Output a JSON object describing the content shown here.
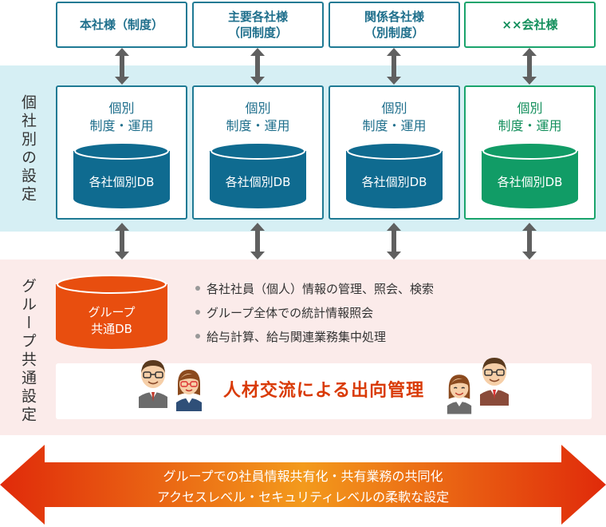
{
  "companies": [
    {
      "label": "本社様（制度）",
      "color": "#1f7a94"
    },
    {
      "label": "主要各社様\n（同制度）",
      "color": "#1f7a94"
    },
    {
      "label": "関係各社様\n（別制度）",
      "color": "#1f7a94"
    },
    {
      "label": "××会社様",
      "color": "#1aa46c"
    }
  ],
  "individual_section": {
    "label": "個社別の設定",
    "boxes": [
      {
        "title": "個別\n制度・運用",
        "db": "各社個別DB"
      },
      {
        "title": "個別\n制度・運用",
        "db": "各社個別DB"
      },
      {
        "title": "個別\n制度・運用",
        "db": "各社個別DB"
      },
      {
        "title": "個別\n制度・運用",
        "db": "各社個別DB"
      }
    ]
  },
  "group_section": {
    "label": "グループ共通設定",
    "db_line1": "グループ",
    "db_line2": "共通DB",
    "bullets": [
      "各社社員（個人）情報の管理、照会、検索",
      "グループ全体での統計情報照会",
      "給与計算、給与関連業務集中処理"
    ],
    "transfer_title": "人材交流による出向管理"
  },
  "bottom_arrow": {
    "line1": "グループでの社員情報共有化・共有業務の共同化",
    "line2": "アクセスレベル・セキュリティレベルの柔軟な設定"
  },
  "colors": {
    "blue": "#1f7a94",
    "db_blue": "#0f6b90",
    "green": "#1aa46c",
    "db_green": "#119c66",
    "orange": "#e84e0f",
    "light_blue_bg": "#d6eff4",
    "light_pink_bg": "#fbebea"
  }
}
